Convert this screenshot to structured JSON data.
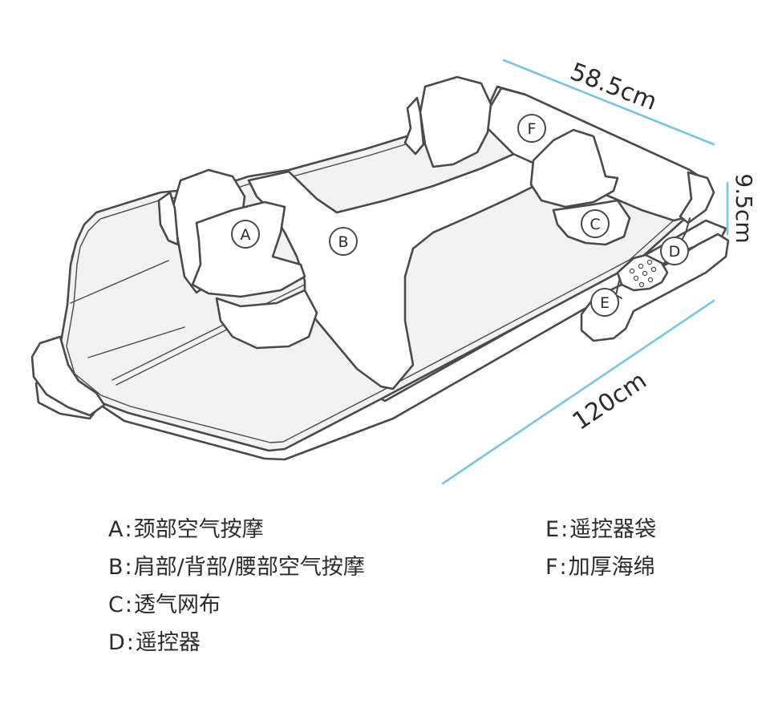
{
  "dimensions": {
    "width": "58.5cm",
    "height": "9.5cm",
    "length": "120cm"
  },
  "markers": {
    "a": "A",
    "b": "B",
    "c": "C",
    "d": "D",
    "e": "E",
    "f": "F"
  },
  "legend": {
    "a": {
      "letter": "A",
      "text": "颈部空气按摩"
    },
    "b": {
      "letter": "B",
      "text": "肩部/背部/腰部空气按摩"
    },
    "c": {
      "letter": "C",
      "text": "透气网布"
    },
    "d": {
      "letter": "D",
      "text": "遥控器"
    },
    "e": {
      "letter": "E",
      "text": "遥控器袋"
    },
    "f": {
      "letter": "F",
      "text": "加厚海绵"
    }
  },
  "colors": {
    "outline": "#4a4a4a",
    "dimension_line": "#74c6e9",
    "panel_fill": "#f2f2f2",
    "text": "#2b2b2b"
  }
}
